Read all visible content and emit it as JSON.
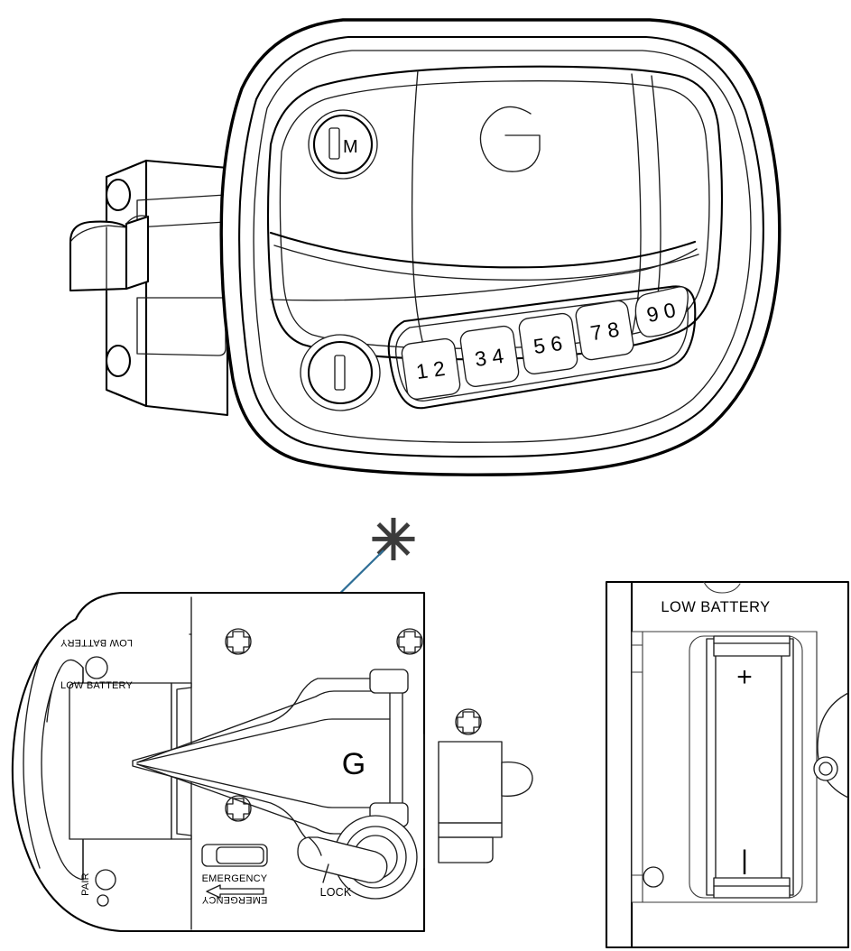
{
  "figure": {
    "type": "technical-line-drawing",
    "subject": "electronic keypad door lock / deadbolt assembly",
    "background_color": "#ffffff",
    "line_color": "#000000",
    "leader_line_color": "#2E6E96"
  },
  "views": {
    "main": {
      "name": "isometric-front-view",
      "brand_logo": "G",
      "master_button_label": "M",
      "master_button_icon": "key-slot-icon",
      "unlock_button_icon": "key-slot-icon",
      "keypad": {
        "keys": [
          {
            "label": "1 2"
          },
          {
            "label": "3 4"
          },
          {
            "label": "5 6"
          },
          {
            "label": "7 8"
          },
          {
            "label": "9 0"
          }
        ]
      }
    },
    "rear": {
      "name": "rear-interior-view",
      "brand_logo": "G",
      "labels": {
        "low_battery": "LOW BATTERY",
        "low_battery_mirrored": "LOW BATTERY",
        "pair": "PAIR",
        "emergency": "EMERGENCY",
        "emergency_mirrored": "EMERGENCY",
        "lock": "LOCK"
      },
      "callout_marker": "✳",
      "screws": 4
    },
    "battery": {
      "name": "battery-compartment-view",
      "title": "LOW BATTERY",
      "terminal_positive": "+",
      "terminal_negative": "|"
    }
  }
}
